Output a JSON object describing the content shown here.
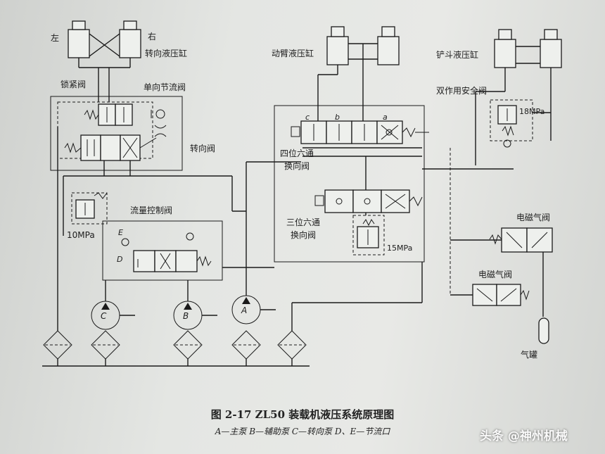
{
  "labels": {
    "left": "左",
    "right": "右",
    "steering_cylinder": "转向液压缸",
    "boom_cylinder": "动臂液压缸",
    "bucket_cylinder": "铲斗液压缸",
    "lock_valve": "锁紧阀",
    "one_way_throttle": "单向节流阀",
    "steering_valve": "转向阀",
    "double_safety_valve": "双作用安全阀",
    "pressure_18": "18MPa",
    "four_pos_valve_l1": "四位六通",
    "four_pos_valve_l2": "换向阀",
    "three_pos_valve_l1": "三位六通",
    "three_pos_valve_l2": "换向阀",
    "pressure_15": "15MPa",
    "pressure_10": "10MPa",
    "flow_control_valve": "流量控制阀",
    "solenoid_valve_1": "电磁气阀",
    "solenoid_valve_2": "电磁气阀",
    "air_tank": "气罐",
    "port_c": "c",
    "port_b": "b",
    "port_a": "a",
    "throttle_e": "E",
    "throttle_d": "D",
    "pump_a": "A",
    "pump_b": "B",
    "pump_c": "C"
  },
  "caption": {
    "title": "图 2-17   ZL50 装载机液压系统原理图",
    "legend": "A—主泵   B—辅助泵   C—转向泵   D、E—节流口"
  },
  "watermark": "头条 @神州机械"
}
